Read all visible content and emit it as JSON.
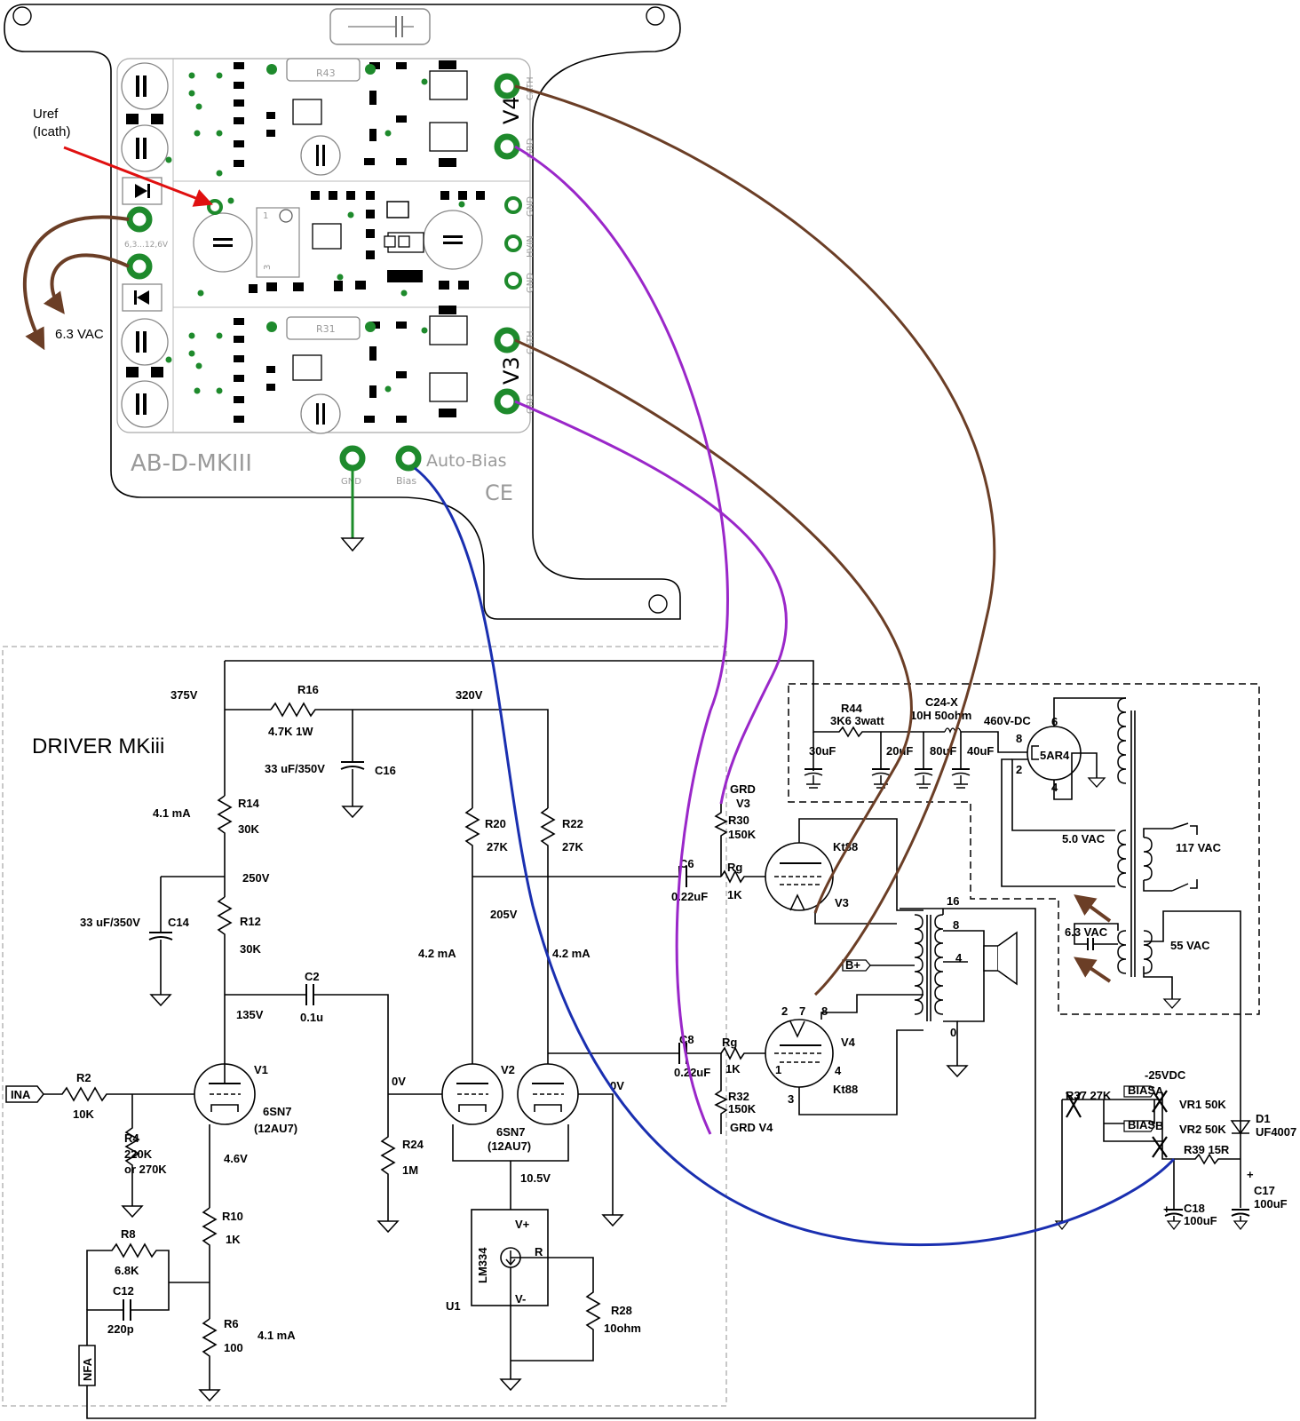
{
  "board": {
    "name": "AB-D-MKIII",
    "brand": "Auto-Bias",
    "ce_mark": "CE",
    "heater_range": "6,3...12,6V",
    "pin_labels": {
      "cath": "CATH",
      "grd": "GRD",
      "gnd": "GND",
      "hvin": "HVIN",
      "bias": "Bias"
    },
    "channel_v4": "V4",
    "channel_v3": "V3",
    "resistor_top": "R43",
    "resistor_bottom": "R31",
    "trimmer_pins": [
      "1",
      "3"
    ]
  },
  "annotations": {
    "uref_line1": "Uref",
    "uref_line2": "(Icath)",
    "heater_ac": "6.3 VAC"
  },
  "driver": {
    "title": "DRIVER MKiii",
    "rail_375": "375V",
    "rail_320": "320V",
    "node_250": "250V",
    "node_205": "205V",
    "node_135": "135V",
    "node_0v_a": "0V",
    "node_0v_b": "0V",
    "node_46": "4.6V",
    "node_105": "10.5V",
    "cur_r14": "4.1 mA",
    "cur_v2a": "4.2 mA",
    "cur_v2b": "4.2 mA",
    "cur_r6": "4.1 mA",
    "r16": "R16",
    "r16_val": "4.7K 1W",
    "c16": "C16",
    "c16_val": "33 uF/350V",
    "r14": "R14",
    "r14_val": "30K",
    "c14": "C14",
    "c14_val": "33 uF/350V",
    "r12": "R12",
    "r12_val": "30K",
    "c2": "C2",
    "c2_val": "0.1u",
    "r20": "R20",
    "r20_val": "27K",
    "r22": "R22",
    "r22_val": "27K",
    "r2": "R2",
    "r2_val": "10K",
    "r4": "R4",
    "r4_val1": "220K",
    "r4_val2": "or 270K",
    "v1": "V1",
    "v1_type1": "6SN7",
    "v1_type2": "(12AU7)",
    "v2": "V2",
    "v2_type1": "6SN7",
    "v2_type2": "(12AU7)",
    "r24": "R24",
    "r24_val": "1M",
    "r10": "R10",
    "r10_val": "1K",
    "r8": "R8",
    "r8_val": "6.8K",
    "c12": "C12",
    "c12_val": "220p",
    "r6": "R6",
    "r6_val": "100",
    "u1": "U1",
    "lm334": "LM334",
    "vplus": "V+",
    "vminus": "V-",
    "rpin": "R",
    "r28": "R28",
    "r28_val": "10ohm",
    "ina": "INA",
    "nfa": "NFA"
  },
  "output": {
    "grd_v3_line1": "GRD",
    "grd_v3_line2": "V3",
    "r30": "R30",
    "r30_val": "150K",
    "rg_a": "Rg",
    "rg_a_val": "1K",
    "c6": "C6",
    "c6_val": "0.22uF",
    "kt88_a": "Kt88",
    "v3": "V3",
    "c8": "C8",
    "c8_val": "0.22uF",
    "rg_b": "Rg",
    "rg_b_val": "1K",
    "r32": "R32",
    "r32_val": "150K",
    "grd_v4": "GRD V4",
    "v4": "V4",
    "kt88_b": "Kt88",
    "pin2": "2",
    "pin7": "7",
    "pin8": "8",
    "pin1": "1",
    "pin4": "4",
    "pin3": "3",
    "tap16": "16",
    "tap8": "8",
    "tap4": "4",
    "tap0": "0",
    "bplus": "B+"
  },
  "psu": {
    "r44": "R44",
    "r44_val": "3K6 3watt",
    "c24": "C24-X",
    "c24_val": "10H 50ohm",
    "dc460": "460V-DC",
    "c30": "30uF",
    "c20": "20uF",
    "c80": "80uF",
    "c40": "40uF",
    "rect": "5AR4",
    "p8": "8",
    "p6": "6",
    "p2": "2",
    "p4": "4",
    "vac5": "5.0  VAC",
    "vac117": "117 VAC",
    "vac63": "6.3 VAC",
    "vac55": "55 VAC"
  },
  "bias": {
    "neg25": "-25VDC",
    "r37": "R37 27K",
    "tag": "BIAS",
    "a": "A",
    "b": "B",
    "vr1": "VR1 50K",
    "vr2": "VR2 50K",
    "r39": "R39 15R",
    "d1": "D1",
    "d1_val": "UF4007",
    "c17": "C17",
    "c17_val": "100uF",
    "c18": "C18",
    "c18_val": "100uF",
    "plus": "+"
  },
  "colors": {
    "pcb_green": "#1e8a2c",
    "wire_brown": "#6b3e26",
    "wire_purple": "#9a27c9",
    "wire_blue": "#1a2fb0",
    "arrow_red": "#e01010",
    "gnd_green": "#1c8c2a"
  }
}
